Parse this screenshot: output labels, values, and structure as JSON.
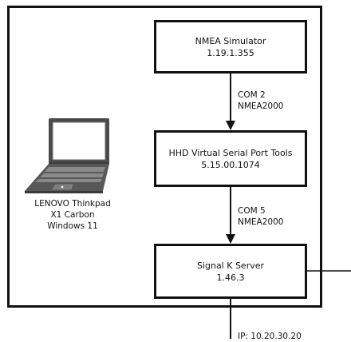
{
  "boxes": {
    "simulator": {
      "name": "NMEA Simulator",
      "version": "1.19.1.355"
    },
    "serial_tools": {
      "name": "HHD Virtual Serial Port Tools",
      "version": "5.15.00.1074"
    },
    "signalk": {
      "name": "Signal K Server",
      "version": "1.46.3"
    }
  },
  "links": {
    "link1": {
      "port": "COM 2",
      "protocol": "NMEA2000"
    },
    "link2": {
      "port": "COM 5",
      "protocol": "NMEA2000"
    }
  },
  "laptop": {
    "model": "LENOVO Thinkpad",
    "model_line2": "X1 Carbon",
    "os": "Windows 11",
    "icon": "laptop-icon"
  },
  "network": {
    "ip_label": "IP: 10.20.30.20"
  }
}
